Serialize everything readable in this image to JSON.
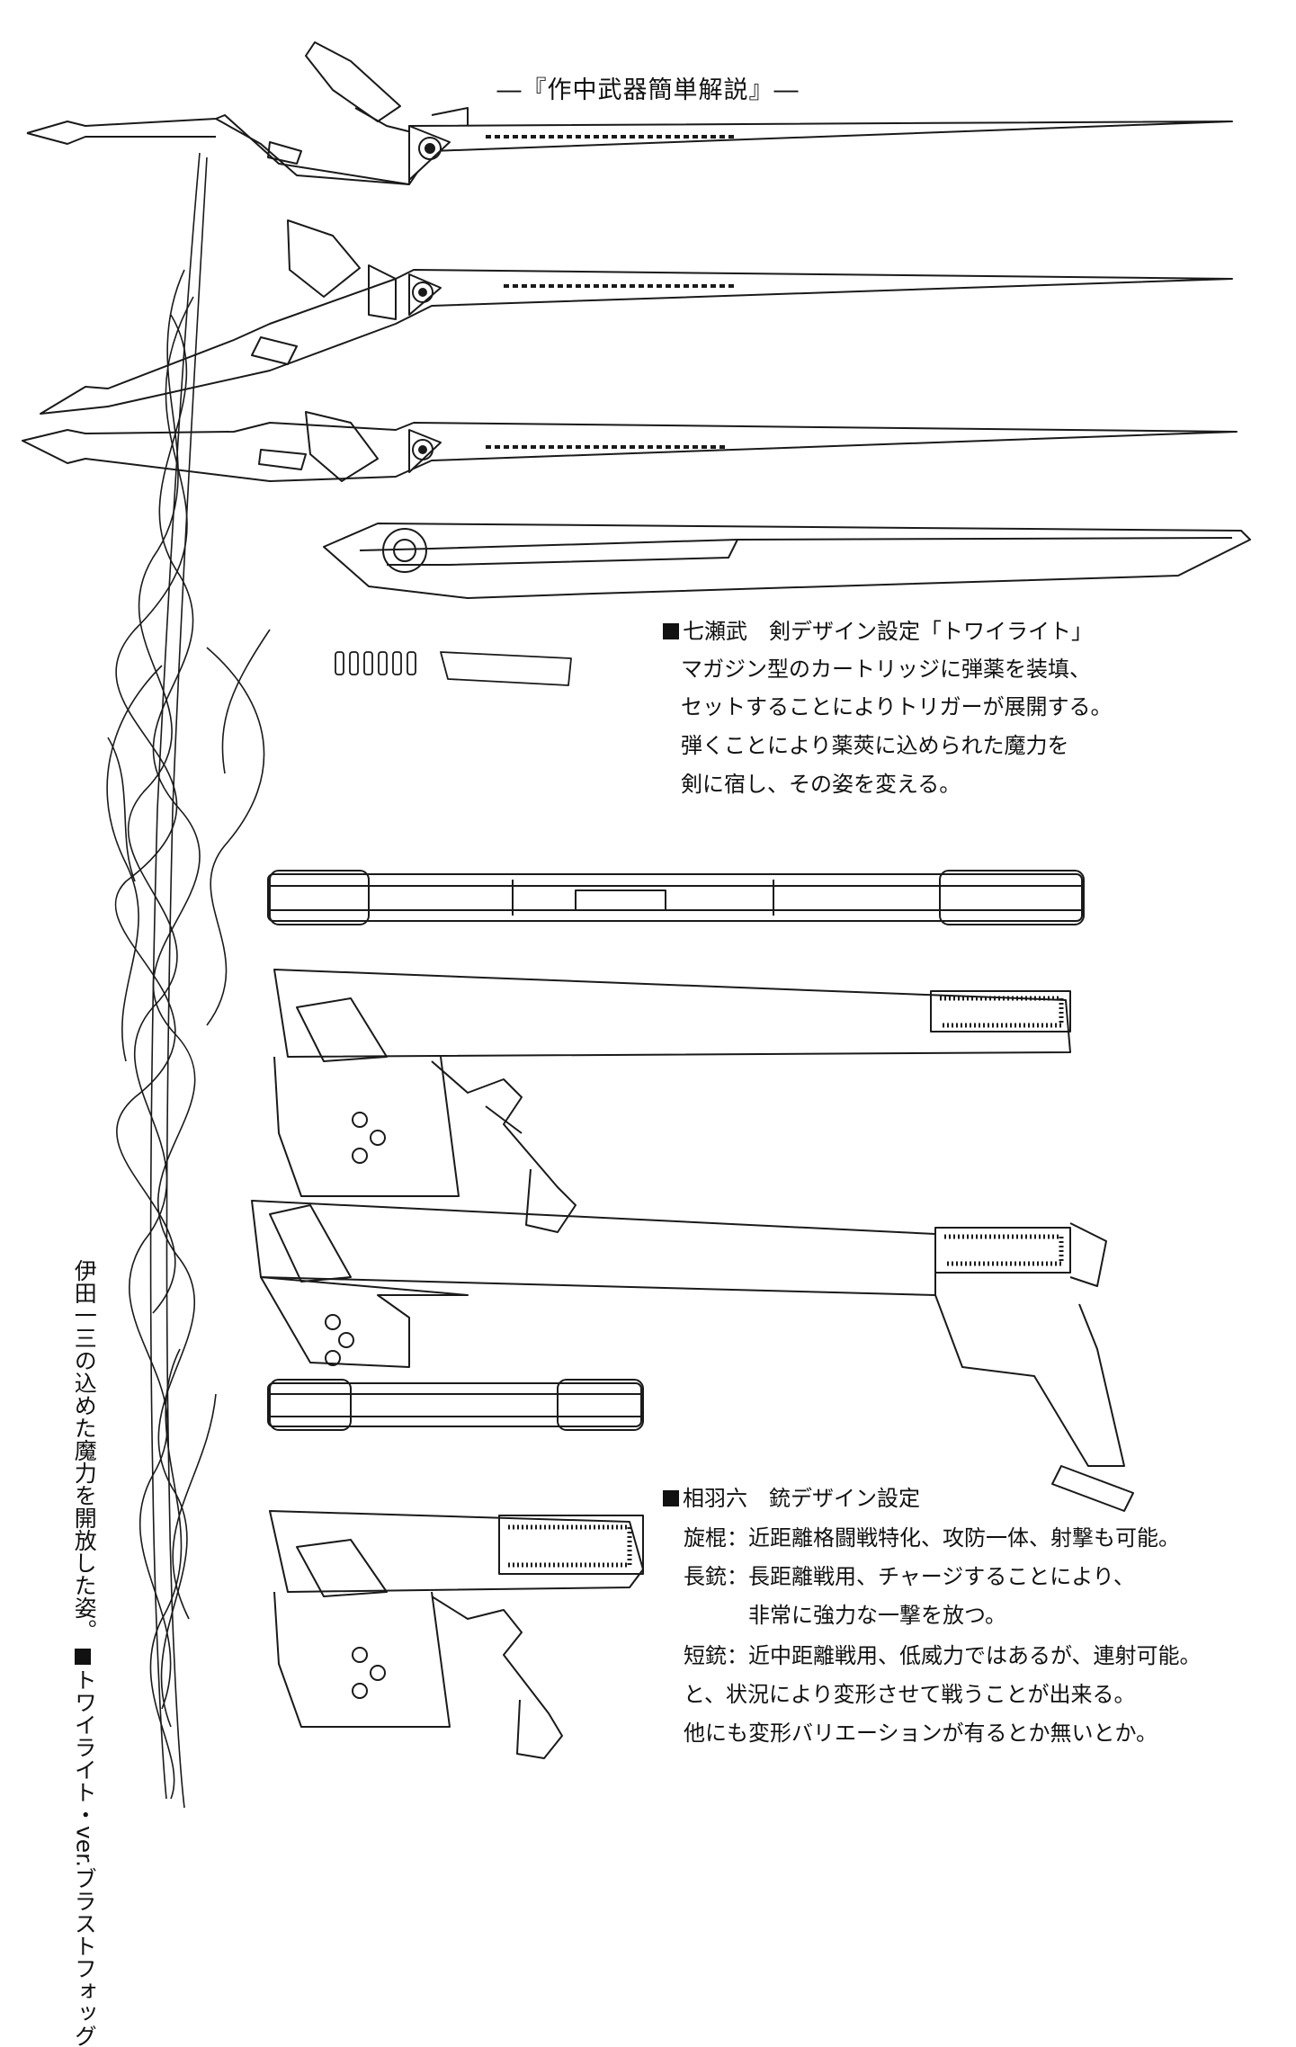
{
  "page": {
    "title": "―『作中武器簡単解説』―"
  },
  "sword_section": {
    "heading": "七瀬武　剣デザイン設定「トワイライト」",
    "lines": [
      "マガジン型のカートリッジに弾薬を装填、",
      "セットすることによりトリガーが展開する。",
      "弾くことにより薬莢に込められた魔力を",
      "剣に宿し、その姿を変える。"
    ]
  },
  "gun_section": {
    "heading": "相羽六　銃デザイン設定",
    "lines": [
      "旋棍：近距離格闘戦特化、攻防一体、射撃も可能。",
      "長銃：長距離戦用、チャージすることにより、",
      "　　　非常に強力な一撃を放つ。",
      "短銃：近中距離戦用、低威力ではあるが、連射可能。",
      "と、状況により変形させて戦うことが出来る。",
      "他にも変形バリエーションが有るとか無いとか。"
    ]
  },
  "vertical_caption": {
    "line1": "トワイライト・ver.ブラストフォッグ",
    "line2": "伊田一三の込めた魔力を開放した姿。"
  },
  "drawing": {
    "line_color": "#1a1a1a",
    "fill_color": "#ffffff"
  }
}
